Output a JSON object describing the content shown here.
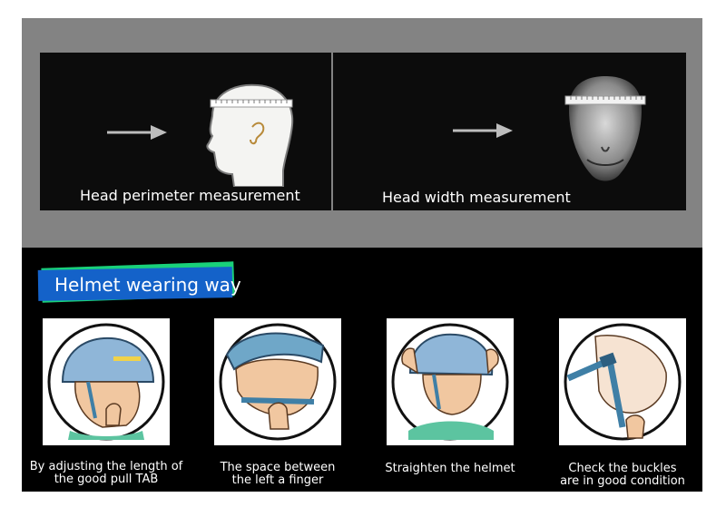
{
  "measurement": {
    "perimeter_label": "Head perimeter measurement",
    "width_label": "Head width measurement"
  },
  "section_title": "Helmet wearing way",
  "steps": [
    {
      "caption_line1": "By adjusting the length of",
      "caption_line2": "the good pull TAB"
    },
    {
      "caption_line1": "The space between",
      "caption_line2": "the left a finger"
    },
    {
      "caption_line1": "Straighten the helmet",
      "caption_line2": ""
    },
    {
      "caption_line1": "Check the buckles",
      "caption_line2": "are in good condition"
    }
  ],
  "colors": {
    "band_gray": "#838383",
    "panel_dark": "#0c0c0c",
    "title_blue": "#1462c9",
    "title_green": "#19d07a",
    "helmet_blue": "#8fb6d8",
    "strap_blue": "#3f7fa6"
  }
}
